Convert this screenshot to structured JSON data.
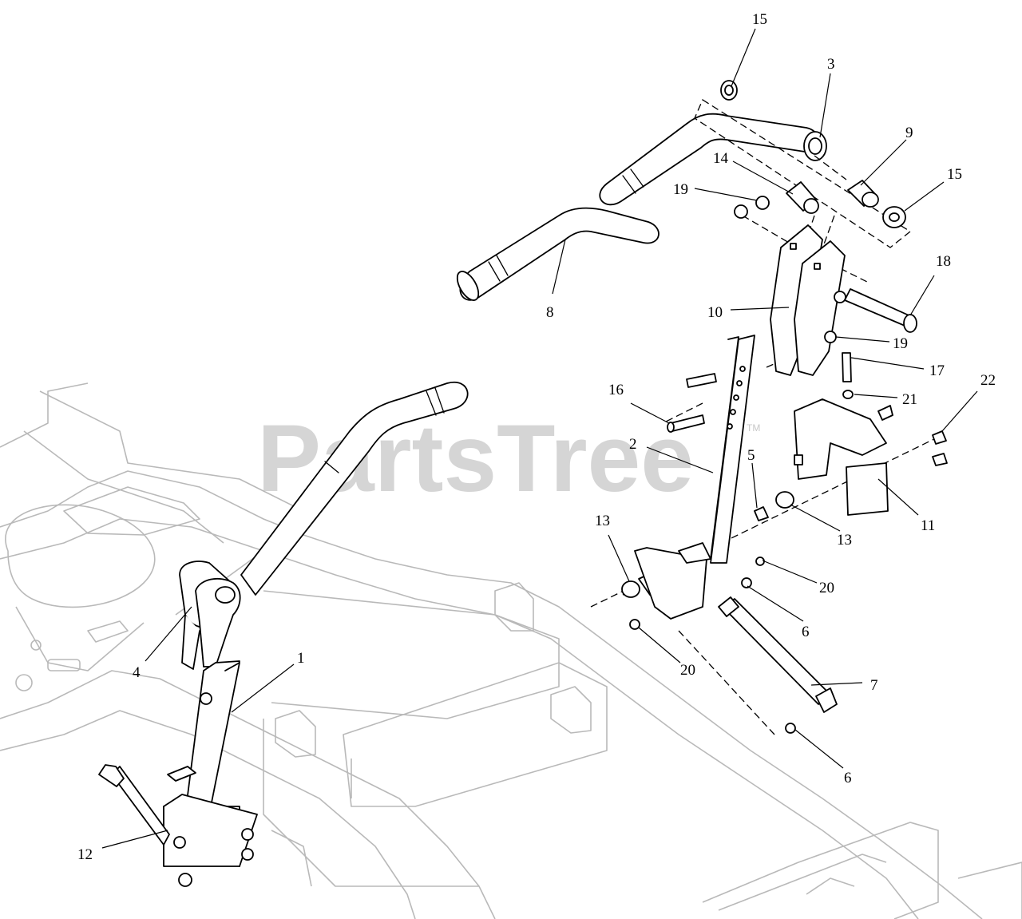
{
  "watermark": {
    "text": "PartsTree",
    "mark": "TM"
  },
  "callouts": [
    {
      "id": "c15a",
      "text": "15"
    },
    {
      "id": "c3",
      "text": "3"
    },
    {
      "id": "c9",
      "text": "9"
    },
    {
      "id": "c15b",
      "text": "15"
    },
    {
      "id": "c14",
      "text": "14"
    },
    {
      "id": "c19a",
      "text": "19"
    },
    {
      "id": "c18",
      "text": "18"
    },
    {
      "id": "c8",
      "text": "8"
    },
    {
      "id": "c10",
      "text": "10"
    },
    {
      "id": "c19b",
      "text": "19"
    },
    {
      "id": "c17",
      "text": "17"
    },
    {
      "id": "c21",
      "text": "21"
    },
    {
      "id": "c22",
      "text": "22"
    },
    {
      "id": "c16",
      "text": "16"
    },
    {
      "id": "c2",
      "text": "2"
    },
    {
      "id": "c5",
      "text": "5"
    },
    {
      "id": "c13a",
      "text": "13"
    },
    {
      "id": "c13b",
      "text": "13"
    },
    {
      "id": "c11",
      "text": "11"
    },
    {
      "id": "c20a",
      "text": "20"
    },
    {
      "id": "c6a",
      "text": "6"
    },
    {
      "id": "c20b",
      "text": "20"
    },
    {
      "id": "c4",
      "text": "4"
    },
    {
      "id": "c1",
      "text": "1"
    },
    {
      "id": "c7",
      "text": "7"
    },
    {
      "id": "c6b",
      "text": "6"
    },
    {
      "id": "c12",
      "text": "12"
    }
  ]
}
